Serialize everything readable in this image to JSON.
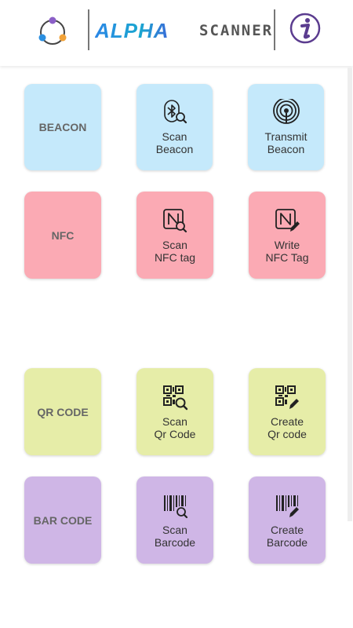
{
  "header": {
    "brand": "ALPHA",
    "brand_sub": "SCANNER",
    "logo_icon": "circle-dots-logo-icon",
    "info_icon": "info-icon"
  },
  "colors": {
    "beacon": "#c5e9fb",
    "nfc": "#fbaab4",
    "qr": "#e6eda8",
    "barcode": "#cfb6e6"
  },
  "beacon": {
    "category": "BEACON",
    "scan_label": "Scan\nBeacon",
    "transmit_label": "Transmit\nBeacon"
  },
  "nfc": {
    "category": "NFC",
    "scan_label": "Scan\nNFC tag",
    "write_label": "Write\nNFC Tag"
  },
  "qr": {
    "category": "QR CODE",
    "scan_label": "Scan\nQr Code",
    "create_label": "Create\nQr code"
  },
  "barcode": {
    "category": "BAR CODE",
    "scan_label": "Scan\nBarcode",
    "create_label": "Create\nBarcode"
  }
}
